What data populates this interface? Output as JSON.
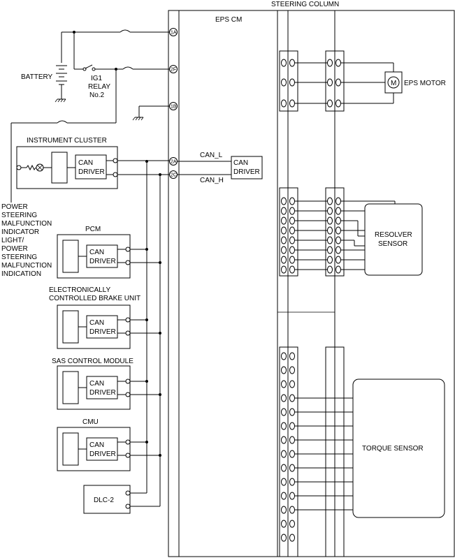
{
  "labels": {
    "steering_column": "STEERING COLUMN",
    "eps_cm": "EPS CM",
    "battery": "BATTERY",
    "ig1_relay": [
      "IG1",
      "RELAY",
      "No.2"
    ],
    "instrument_cluster": "INSTRUMENT CLUSTER",
    "can_driver": [
      "CAN",
      "DRIVER"
    ],
    "can_l": "CAN_L",
    "can_h": "CAN_H",
    "indicator": [
      "POWER",
      "STEERING",
      "MALFUNCTION",
      "INDICATOR",
      "LIGHT/",
      "POWER",
      "STEERING",
      "MALFUNCTION",
      "INDICATION"
    ],
    "pcm": "PCM",
    "brake_unit": [
      "ELECTRONICALLY",
      "CONTROLLED BRAKE UNIT"
    ],
    "sas": "SAS CONTROL MODULE",
    "cmu": "CMU",
    "dlc2": "DLC-2",
    "eps_motor": "EPS MOTOR",
    "motor_symbol": "M",
    "resolver": [
      "RESOLVER",
      "SENSOR"
    ],
    "torque": "TORQUE SENSOR"
  },
  "terminals": [
    "1A",
    "2F",
    "1B",
    "2A",
    "2C"
  ]
}
